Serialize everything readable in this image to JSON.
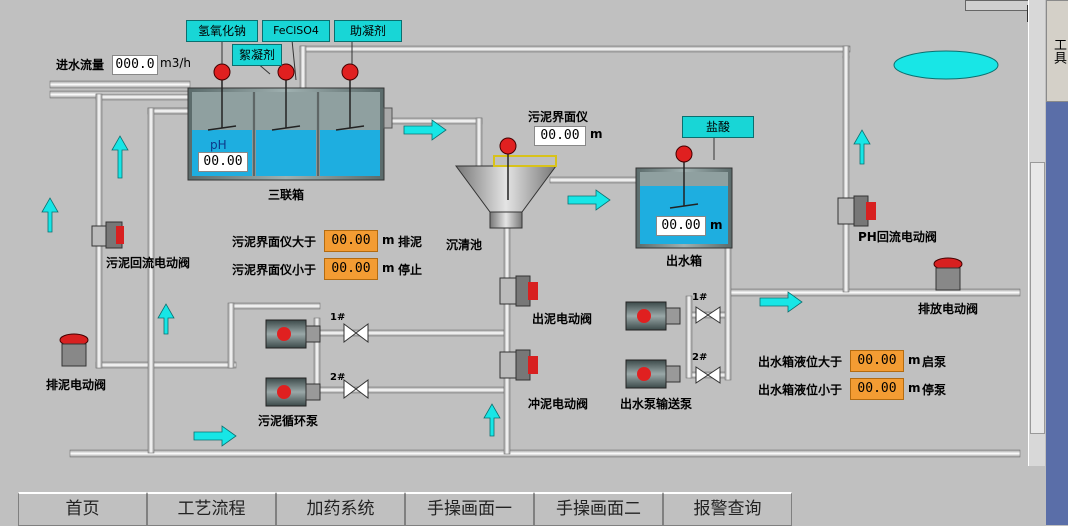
{
  "inflow": {
    "label": "进水流量",
    "value": "000.0",
    "unit": "m3/h"
  },
  "tank_labels": {
    "triple_tank": "三联箱",
    "clarifier": "沉清池",
    "outlet_tank": "出水箱"
  },
  "ph": {
    "label": "pH",
    "value": "00.00"
  },
  "dosing_tags": {
    "naoh": "氢氧化钠",
    "fecl": "FeClSO4",
    "coag_aid": "助凝剂",
    "flocculant": "絮凝剂",
    "hcl": "盐酸"
  },
  "sludge_interface": {
    "label": "污泥界面仪",
    "value": "00.00",
    "unit": "m"
  },
  "outlet_level": {
    "value": "00.00",
    "unit": "m"
  },
  "settings": {
    "sludge_high": {
      "label": "污泥界面仪大于",
      "value": "00.00",
      "unit": "m",
      "action": "排泥"
    },
    "sludge_low": {
      "label": "污泥界面仪小于",
      "value": "00.00",
      "unit": "m",
      "action": "停止"
    },
    "level_high": {
      "label": "出水箱液位大于",
      "value": "00.00",
      "unit": "m",
      "action": "启泵"
    },
    "level_low": {
      "label": "出水箱液位小于",
      "value": "00.00",
      "unit": "m",
      "action": "停泵"
    }
  },
  "equipment": {
    "sludge_return_valve": "污泥回流电动阀",
    "sludge_discharge_valve": "排泥电动阀",
    "sludge_pump": "污泥循环泵",
    "sludge_out_valve": "出泥电动阀",
    "flush_valve": "冲泥电动阀",
    "outlet_pump": "出水泵输送泵",
    "ph_return_valve": "PH回流电动阀",
    "drain_valve": "排放电动阀",
    "pump1": "1#",
    "pump2": "2#"
  },
  "tabs": [
    "首页",
    "工艺流程",
    "加药系统",
    "手操画面一",
    "手操画面二",
    "报警查询"
  ],
  "side_tab": "工具",
  "colors": {
    "water": "#1eaee0",
    "tag": "#18d6d6",
    "setpoint": "#f39c33",
    "arrow": "#17e6e6"
  }
}
